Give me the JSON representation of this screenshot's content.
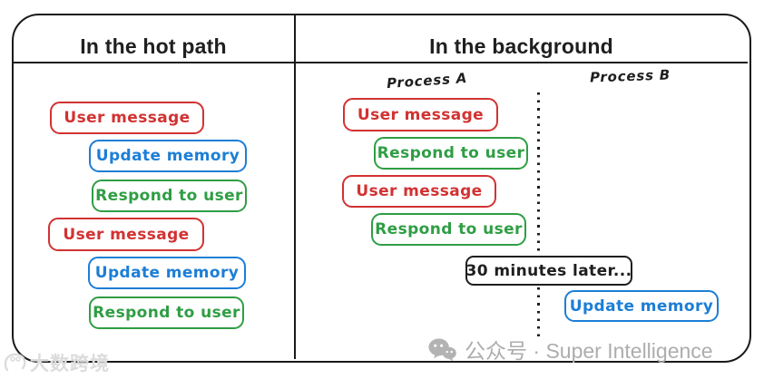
{
  "panels": {
    "hot_path": {
      "title": "In the hot path",
      "boxes": [
        {
          "label": "User message",
          "color": "#d23232"
        },
        {
          "label": "Update memory",
          "color": "#1c7ed6"
        },
        {
          "label": "Respond to user",
          "color": "#2f9e44"
        },
        {
          "label": "User message",
          "color": "#d23232"
        },
        {
          "label": "Update memory",
          "color": "#1c7ed6"
        },
        {
          "label": "Respond to user",
          "color": "#2f9e44"
        }
      ]
    },
    "background": {
      "title": "In the background",
      "process_a_label": "Process A",
      "process_b_label": "Process B",
      "process_a_boxes": [
        {
          "label": "User message",
          "color": "#d23232"
        },
        {
          "label": "Respond to user",
          "color": "#2f9e44"
        },
        {
          "label": "User message",
          "color": "#d23232"
        },
        {
          "label": "Respond to user",
          "color": "#2f9e44"
        }
      ],
      "timeline_note": {
        "label": "30 minutes later...",
        "color": "#1e1e1e"
      },
      "process_b_boxes": [
        {
          "label": "Update memory",
          "color": "#1c7ed6"
        }
      ]
    }
  },
  "watermarks": {
    "bottom_right_icon": "wechat-icon",
    "bottom_right_text": "公众号 · Super Intelligence",
    "bottom_left_icon": "dashukuajing-logo-icon",
    "bottom_left_text": "大数跨境"
  },
  "colors": {
    "ink": "#1a1a1a",
    "red": "#d23232",
    "blue": "#1c7ed6",
    "green": "#2f9e44",
    "watermark_gray": "#adadad",
    "watermark_light": "#dcdcdc"
  }
}
